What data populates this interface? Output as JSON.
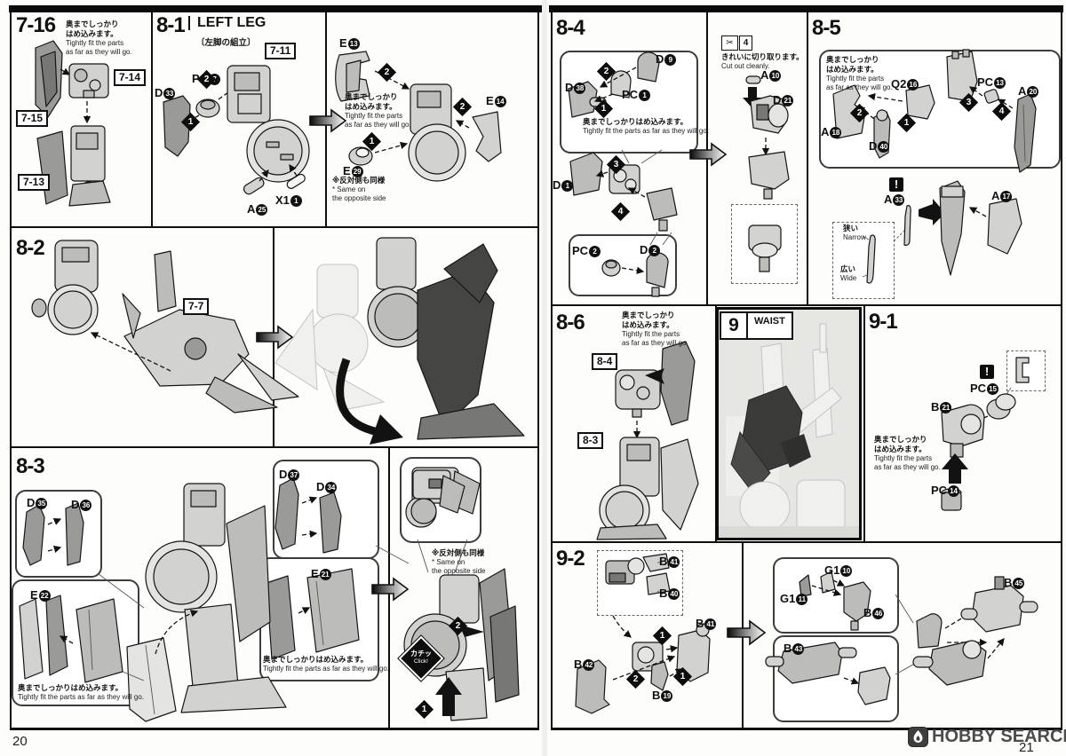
{
  "page": {
    "left_number": "20",
    "right_number": "21"
  },
  "watermark": {
    "text": "HOBBY SEARCH"
  },
  "icons": {
    "nipper": "✂"
  },
  "steps": {
    "n1": "1",
    "n2": "2",
    "n3": "3",
    "n4": "4"
  },
  "notes": {
    "fit_jp1": "奥までしっかり",
    "fit_jp2": "はめ込みます。",
    "fit_en1": "Tightly fit the parts",
    "fit_en2": "as far as they will go.",
    "fit_jp_inline": "奥までしっかりはめ込みます。",
    "fit_en_inline": "Tightly fit the parts as far as they will go.",
    "opp_jp": "※反対側も同様",
    "opp_en1": "* Same on",
    "opp_en2": "the opposite side",
    "cut_jp": "きれいに切り取ります。",
    "cut_en": "Cut out cleanly.",
    "narrow_jp": "狭い",
    "narrow_en": "Narrow",
    "wide_jp": "広い",
    "wide_en": "Wide",
    "click_jp": "カチッ",
    "click_en": "Click!",
    "warn": "!",
    "nipper_no": "4"
  },
  "s716": {
    "title": "7-16",
    "ref_714": "7-14",
    "ref_715": "7-15",
    "ref_713": "7-13"
  },
  "s81": {
    "title": "8-1",
    "name": "LEFT LEG",
    "name_jp": "〔左脚の組立〕",
    "ref_711": "7-11",
    "parts": {
      "pc7": {
        "p": "PC",
        "n": "7"
      },
      "d33": {
        "p": "D",
        "n": "33"
      },
      "a25": {
        "p": "A",
        "n": "25"
      },
      "x1": {
        "p": "X1",
        "n": "1"
      },
      "e13": {
        "p": "E",
        "n": "13"
      },
      "e14": {
        "p": "E",
        "n": "14"
      },
      "e29": {
        "p": "E",
        "n": "29"
      }
    }
  },
  "s82": {
    "title": "8-2",
    "ref_77": "7-7"
  },
  "s83": {
    "title": "8-3",
    "parts": {
      "d35": {
        "p": "D",
        "n": "35"
      },
      "d36": {
        "p": "D",
        "n": "36"
      },
      "e22": {
        "p": "E",
        "n": "22"
      },
      "d37": {
        "p": "D",
        "n": "37"
      },
      "d34": {
        "p": "D",
        "n": "34"
      },
      "e21": {
        "p": "E",
        "n": "21"
      }
    }
  },
  "s84": {
    "title": "8-4",
    "parts": {
      "d38": {
        "p": "D",
        "n": "38"
      },
      "d9": {
        "p": "D",
        "n": "9"
      },
      "pc1": {
        "p": "PC",
        "n": "1"
      },
      "d1": {
        "p": "D",
        "n": "1"
      },
      "pc2": {
        "p": "PC",
        "n": "2"
      },
      "d2": {
        "p": "D",
        "n": "2"
      },
      "a10": {
        "p": "A",
        "n": "10"
      },
      "d21": {
        "p": "D",
        "n": "21"
      }
    }
  },
  "s85": {
    "title": "8-5",
    "parts": {
      "q216": {
        "p": "Q2",
        "n": "16"
      },
      "a18": {
        "p": "A",
        "n": "18"
      },
      "d40": {
        "p": "D",
        "n": "40"
      },
      "pc13": {
        "p": "PC",
        "n": "13"
      },
      "a20": {
        "p": "A",
        "n": "20"
      },
      "a33": {
        "p": "A",
        "n": "33"
      },
      "a17": {
        "p": "A",
        "n": "17"
      }
    }
  },
  "s86": {
    "title": "8-6",
    "ref_84": "8-4",
    "ref_83": "8-3"
  },
  "s9": {
    "title": "9",
    "name": "WAIST"
  },
  "s91": {
    "title": "9-1",
    "parts": {
      "pc15": {
        "p": "PC",
        "n": "15"
      },
      "b21": {
        "p": "B",
        "n": "21"
      },
      "pc14": {
        "p": "PC",
        "n": "14"
      }
    }
  },
  "s92": {
    "title": "9-2",
    "parts": {
      "b41a": {
        "p": "B",
        "n": "41"
      },
      "b40": {
        "p": "B",
        "n": "40"
      },
      "b42": {
        "p": "B",
        "n": "42"
      },
      "b19": {
        "p": "B",
        "n": "19"
      },
      "b41b": {
        "p": "B",
        "n": "41"
      },
      "g110": {
        "p": "G1",
        "n": "10"
      },
      "g111": {
        "p": "G1",
        "n": "11"
      },
      "b46": {
        "p": "B",
        "n": "46"
      },
      "b43": {
        "p": "B",
        "n": "43"
      },
      "b45": {
        "p": "B",
        "n": "45"
      }
    }
  }
}
